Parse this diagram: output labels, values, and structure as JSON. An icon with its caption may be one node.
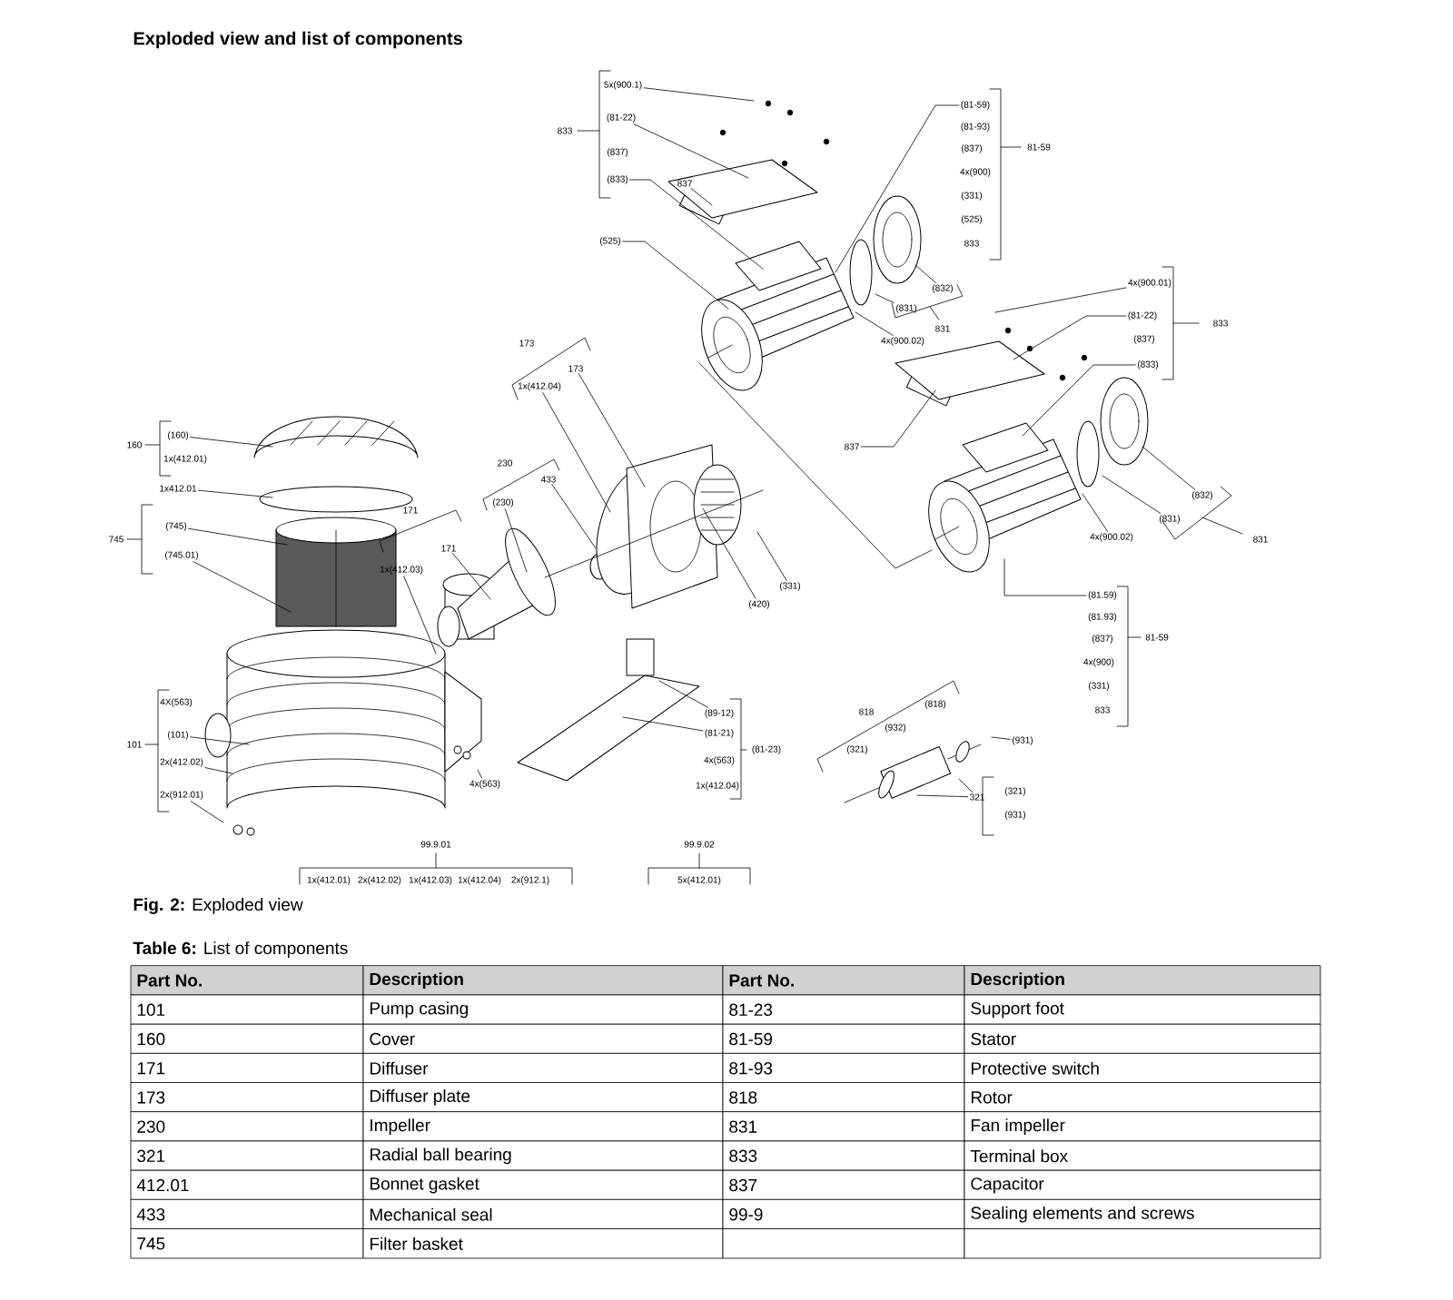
{
  "diagram": {
    "title": "Exploded view and list of components",
    "caption": "**Fig. 2:** Exploded view",
    "nodes": [
      {
        "text": [
          "5x(900.1)"
        ]
      },
      {
        "text": [
          "(81-22)"
        ]
      },
      {
        "text": [
          "(833)"
        ]
      },
      {
        "text": [
          "837"
        ]
      },
      {
        "text": [
          "(525)"
        ]
      },
      {
        "text": [
          "(81-59)"
        ]
      },
      {
        "text": [
          "(832)"
        ]
      },
      {
        "text": [
          "(831)"
        ]
      },
      {
        "text": [
          "4x(900.02)"
        ]
      },
      {
        "text": [
          "4x(900.01)"
        ]
      },
      {
        "text": [
          "(81-22)"
        ]
      },
      {
        "text": [
          "(833)"
        ]
      },
      {
        "text": [
          "837"
        ]
      },
      {
        "text": [
          "(832)"
        ]
      },
      {
        "text": [
          "(831)"
        ]
      },
      {
        "text": [
          "4x(900.02)"
        ]
      },
      {
        "text": [
          "(81.59)"
        ]
      },
      {
        "text": [
          "(160)"
        ]
      },
      {
        "text": [
          "1x412.01"
        ]
      },
      {
        "text": [
          "(745)"
        ]
      },
      {
        "text": [
          "(745.01)"
        ]
      },
      {
        "text": [
          "(101)"
        ]
      },
      {
        "text": [
          "2x(412.02)"
        ]
      },
      {
        "text": [
          "2x(912.01)"
        ]
      },
      {
        "text": [
          "4x(563)"
        ]
      },
      {
        "text": [
          "171"
        ]
      },
      {
        "text": [
          "1x(412.03)"
        ]
      },
      {
        "text": [
          "(230)"
        ]
      },
      {
        "text": [
          "433"
        ]
      },
      {
        "text": [
          "173"
        ]
      },
      {
        "text": [
          "1x(412.04)"
        ]
      },
      {
        "text": [
          "(420)"
        ]
      },
      {
        "text": [
          "(331)"
        ]
      },
      {
        "text": [
          "(89-12)"
        ]
      },
      {
        "text": [
          "(81-21)"
        ]
      },
      {
        "text": [
          "(931)"
        ]
      },
      {
        "text": [
          "321"
        ]
      }
    ],
    "edges": [
      {
        "from": 0,
        "to": null,
        "arrow": "none"
      },
      {
        "from": 1,
        "to": null,
        "arrow": "none"
      },
      {
        "from": 2,
        "to": null,
        "arrow": "none"
      },
      {
        "from": 3,
        "to": null,
        "arrow": "none"
      },
      {
        "from": 4,
        "to": null,
        "arrow": "none"
      },
      {
        "from": 5,
        "to": null,
        "arrow": "none"
      },
      {
        "from": 6,
        "to": null,
        "arrow": "none"
      },
      {
        "from": 7,
        "to": null,
        "arrow": "none"
      },
      {
        "from": 8,
        "to": null,
        "arrow": "none"
      },
      {
        "from": 9,
        "to": null,
        "arrow": "none"
      },
      {
        "from": 10,
        "to": null,
        "arrow": "none"
      },
      {
        "from": 11,
        "to": null,
        "arrow": "none"
      },
      {
        "from": 12,
        "to": null,
        "arrow": "none"
      },
      {
        "from": 13,
        "to": null,
        "arrow": "none"
      },
      {
        "from": 14,
        "to": null,
        "arrow": "none"
      },
      {
        "from": 15,
        "to": null,
        "arrow": "none"
      },
      {
        "from": 16,
        "to": null,
        "arrow": "none"
      },
      {
        "from": 17,
        "to": null,
        "arrow": "none"
      },
      {
        "from": 18,
        "to": null,
        "arrow": "none"
      },
      {
        "from": 19,
        "to": null,
        "arrow": "none"
      },
      {
        "from": 20,
        "to": null,
        "arrow": "none"
      },
      {
        "from": 21,
        "to": null,
        "arrow": "none"
      },
      {
        "from": 22,
        "to": null,
        "arrow": "none"
      },
      {
        "from": 23,
        "to": null,
        "arrow": "none"
      },
      {
        "from": 24,
        "to": null,
        "arrow": "none"
      },
      {
        "from": 25,
        "to": null,
        "arrow": "none"
      },
      {
        "from": 26,
        "to": null,
        "arrow": "none"
      },
      {
        "from": 27,
        "to": null,
        "arrow": "none"
      },
      {
        "from": 28,
        "to": null,
        "arrow": "none"
      },
      {
        "from": 29,
        "to": null,
        "arrow": "none"
      },
      {
        "from": 30,
        "to": null,
        "arrow": "none"
      },
      {
        "from": 31,
        "to": null,
        "arrow": "none"
      },
      {
        "from": 32,
        "to": null,
        "arrow": "none"
      },
      {
        "from": 33,
        "to": null,
        "arrow": "none"
      },
      {
        "from": 34,
        "to": null,
        "arrow": "none"
      },
      {
        "from": 35,
        "to": null,
        "arrow": "none"
      },
      {
        "from": 36,
        "to": null,
        "arrow": "none"
      },
      {
        "from": 36,
        "to": null,
        "arrow": "none"
      }
    ],
    "labels": [
      "833",
      "(837)",
      "(81-93)",
      "(837)",
      "4x(900)",
      "(331)",
      "(525)",
      "833",
      "81-59",
      "831",
      "833",
      "(837)",
      "831",
      "(81.93)",
      "(837)",
      "4x(900)",
      "(331)",
      "833",
      "81-59",
      "160",
      "1x(412.01)",
      "745",
      "101",
      "4X(563)",
      "171",
      "230",
      "173",
      "4x(563)",
      "1x(412.04)",
      "(81-23)",
      "818",
      "(818)",
      "(932)",
      "(321)",
      "(321)",
      "(931)",
      "99.9.01",
      "1x(412.01)",
      "2x(412.02)",
      "1x(412.03)",
      "1x(412.04)",
      "2x(912.1)",
      "99.9.02",
      "5x(412.01)",
      "**Table 6:** List of components",
      "Part No.",
      "Description",
      "Part No.",
      "Description",
      "101",
      "Pump casing",
      "81-23",
      "Support foot",
      "160",
      "Cover",
      "81-59",
      "Stator",
      "171",
      "Diffuser",
      "81-93",
      "Protective switch",
      "173",
      "Diffuser plate",
      "818",
      "Rotor",
      "230",
      "Impeller",
      "831",
      "Fan impeller",
      "321",
      "Radial ball bearing",
      "833",
      "Terminal box",
      "412.01",
      "Bonnet gasket",
      "837",
      "Capacitor",
      "433",
      "Mechanical seal",
      "99-9",
      "Sealing elements and screws",
      "745",
      "Filter basket"
    ]
  }
}
